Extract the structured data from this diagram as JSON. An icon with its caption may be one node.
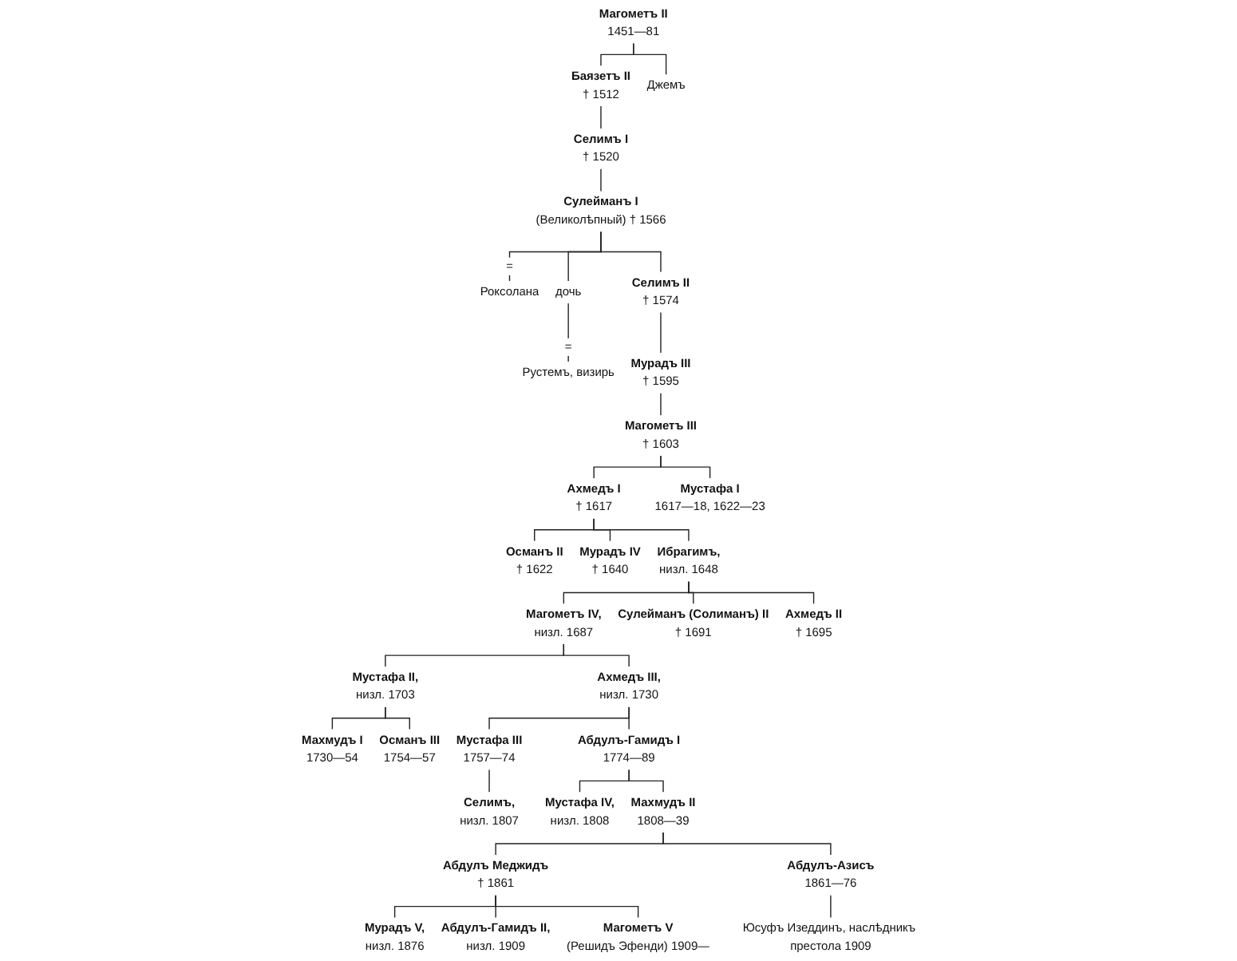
{
  "diagram": {
    "nodes": [
      {
        "text": [
          "Магометъ II",
          "1451—81"
        ]
      },
      {
        "text": [
          "Баязетъ II",
          "† 1512"
        ]
      },
      {
        "text": [
          "Джемъ"
        ]
      },
      {
        "text": [
          "Селимъ I",
          "† 1520"
        ]
      },
      {
        "text": [
          "Сулейманъ I",
          "(Великолѣпный) † 1566"
        ]
      },
      {
        "text": [
          "Роксолана"
        ]
      },
      {
        "text": [
          "дочь"
        ]
      },
      {
        "text": [
          "Рустемъ, визирь"
        ]
      },
      {
        "text": [
          "Селимъ II",
          "† 1574"
        ]
      },
      {
        "text": [
          "Мурадъ III",
          "† 1595"
        ]
      },
      {
        "text": [
          "Магометъ III",
          "† 1603"
        ]
      },
      {
        "text": [
          "Ахмедъ I",
          "† 1617"
        ]
      },
      {
        "text": [
          "Мустафа I",
          "1617—18, 1622—23"
        ]
      },
      {
        "text": [
          "Османъ II",
          "† 1622"
        ]
      },
      {
        "text": [
          "Мурадъ IV",
          "† 1640"
        ]
      },
      {
        "text": [
          "Ибрагимъ,",
          "низл. 1648"
        ]
      },
      {
        "text": [
          "Магометъ IV,",
          "низл. 1687"
        ]
      },
      {
        "text": [
          "Сулейманъ (Солиманъ) II",
          "† 1691"
        ]
      },
      {
        "text": [
          "Ахмедъ II",
          "† 1695"
        ]
      },
      {
        "text": [
          "Мустафа II,",
          "низл. 1703"
        ]
      },
      {
        "text": [
          "Ахмедъ III,",
          "низл. 1730"
        ]
      },
      {
        "text": [
          "Махмудъ I",
          "1730—54"
        ]
      },
      {
        "text": [
          "Османъ III",
          "1754—57"
        ]
      },
      {
        "text": [
          "Мустафа III",
          "1757—74"
        ]
      },
      {
        "text": [
          "Абдулъ-Гамидъ I",
          "1774—89"
        ]
      },
      {
        "text": [
          "Селимъ,",
          "низл. 1807"
        ]
      },
      {
        "text": [
          "Мустафа IV,",
          "низл. 1808"
        ]
      },
      {
        "text": [
          "Махмудъ II",
          "1808—39"
        ]
      },
      {
        "text": [
          "Абдулъ Меджидъ",
          "† 1861"
        ]
      },
      {
        "text": [
          "Абдулъ-Азисъ",
          "1861—76"
        ]
      },
      {
        "text": [
          "Мурадъ V,",
          "низл. 1876"
        ]
      },
      {
        "text": [
          "Абдулъ-Гамидъ II,",
          "низл. 1909"
        ]
      },
      {
        "text": [
          "Магометъ V",
          "(Решидъ Эфенди) 1909—"
        ]
      },
      {
        "text": [
          "Юсуфъ Изеддинъ, наслѣдникъ престола 1909"
        ]
      }
    ],
    "edges": [
      {
        "from": 0,
        "to": 1,
        "arrow": "none"
      },
      {
        "from": 0,
        "to": 2,
        "arrow": "none"
      },
      {
        "from": 1,
        "to": 3,
        "arrow": "none"
      },
      {
        "from": 3,
        "to": 4,
        "arrow": "none"
      },
      {
        "from": 4,
        "to": 5,
        "arrow": "none",
        "label": "="
      },
      {
        "from": 4,
        "to": 6,
        "arrow": "none"
      },
      {
        "from": 6,
        "to": 7,
        "arrow": "none",
        "label": "="
      },
      {
        "from": 4,
        "to": 8,
        "arrow": "none"
      },
      {
        "from": 8,
        "to": 9,
        "arrow": "none"
      },
      {
        "from": 9,
        "to": 10,
        "arrow": "none"
      },
      {
        "from": 10,
        "to": 11,
        "arrow": "none"
      },
      {
        "from": 10,
        "to": 12,
        "arrow": "none"
      },
      {
        "from": 11,
        "to": 13,
        "arrow": "none"
      },
      {
        "from": 11,
        "to": 14,
        "arrow": "none"
      },
      {
        "from": 11,
        "to": 15,
        "arrow": "none"
      },
      {
        "from": 15,
        "to": 16,
        "arrow": "none"
      },
      {
        "from": 15,
        "to": 17,
        "arrow": "none"
      },
      {
        "from": 15,
        "to": 18,
        "arrow": "none"
      },
      {
        "from": 16,
        "to": 19,
        "arrow": "none"
      },
      {
        "from": 16,
        "to": 20,
        "arrow": "none"
      },
      {
        "from": 19,
        "to": 21,
        "arrow": "none"
      },
      {
        "from": 19,
        "to": 22,
        "arrow": "none"
      },
      {
        "from": 20,
        "to": 23,
        "arrow": "none"
      },
      {
        "from": 20,
        "to": 24,
        "arrow": "none"
      },
      {
        "from": 23,
        "to": 25,
        "arrow": "none"
      },
      {
        "from": 24,
        "to": 26,
        "arrow": "none"
      },
      {
        "from": 24,
        "to": 27,
        "arrow": "none"
      },
      {
        "from": 27,
        "to": 28,
        "arrow": "none"
      },
      {
        "from": 27,
        "to": 29,
        "arrow": "none"
      },
      {
        "from": 28,
        "to": 30,
        "arrow": "none"
      },
      {
        "from": 28,
        "to": 31,
        "arrow": "none"
      },
      {
        "from": 28,
        "to": 32,
        "arrow": "none"
      },
      {
        "from": 29,
        "to": 33,
        "arrow": "none"
      }
    ]
  }
}
